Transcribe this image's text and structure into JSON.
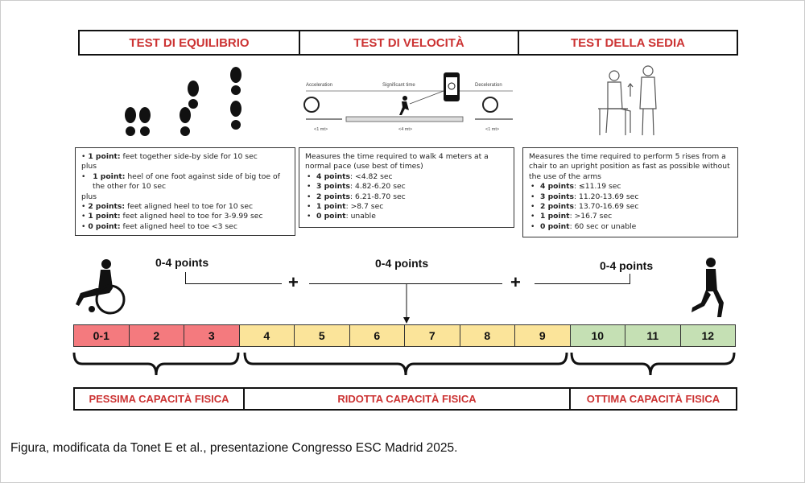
{
  "headers": [
    "TEST DI EQUILIBRIO",
    "TEST DI VELOCITÀ",
    "TEST DELLA SEDIA"
  ],
  "speed_illustration": {
    "acceleration": "Acceleration",
    "significant_time": "Significant time",
    "deceleration": "Deceleration",
    "dist_short": "<1 mt>",
    "dist_long": "<4 mt>"
  },
  "balance_box": {
    "lines": [
      {
        "bold": "1 point:",
        "text": " feet together side-by side for 10 sec",
        "bullet": true
      },
      {
        "bold": "",
        "text": "plus",
        "bullet": false
      },
      {
        "bold": "1 point:",
        "text": " heel of one foot against side of big toe of the other for 10 sec",
        "bullet": true
      },
      {
        "bold": "",
        "text": "plus",
        "bullet": false
      },
      {
        "bold": "2 points:",
        "text": " feet aligned heel to toe for 10 sec",
        "bullet": true
      },
      {
        "bold": "1 point:",
        "text": " feet aligned heel to toe for 3-9.99 sec",
        "bullet": true
      },
      {
        "bold": "0 point:",
        "text": " feet aligned heel to toe <3 sec",
        "bullet": true
      }
    ]
  },
  "speed_box": {
    "intro": "Measures the time required to walk 4 meters at a normal pace (use best of times)",
    "items": [
      {
        "bold": "4 points",
        "text": ": <4.82 sec"
      },
      {
        "bold": "3 points",
        "text": ": 4.82-6.20 sec"
      },
      {
        "bold": "2 points",
        "text": ": 6.21-8.70 sec"
      },
      {
        "bold": "1 point",
        "text": ": >8.7 sec"
      },
      {
        "bold": "0 point",
        "text": ": unable"
      }
    ]
  },
  "chair_box": {
    "intro": "Measures the time required to perform 5 rises from a chair to an upright position as fast as possible without the use of the arms",
    "items": [
      {
        "bold": "4 points",
        "text": ": ≤11.19 sec"
      },
      {
        "bold": "3 points",
        "text": ": 11.20-13.69 sec"
      },
      {
        "bold": "2 points",
        "text": ": 13.70-16.69 sec"
      },
      {
        "bold": "1 point",
        "text": ": >16.7 sec"
      },
      {
        "bold": "0 point",
        "text": ": 60 sec or unable"
      }
    ]
  },
  "points_label": "0-4 points",
  "plus": "+",
  "scores": [
    "0-1",
    "2",
    "3",
    "4",
    "5",
    "6",
    "7",
    "8",
    "9",
    "10",
    "11",
    "12"
  ],
  "score_colors": {
    "red": "#f47a7e",
    "yellow": "#fbe49a",
    "green": "#c5e0b4"
  },
  "categories": [
    "PESSIMA CAPACITÀ FISICA",
    "RIDOTTA CAPACITÀ FISICA",
    "OTTIMA CAPACITÀ FISICA"
  ],
  "caption": "Figura, modificata da Tonet E et al., presentazione Congresso ESC Madrid 2025."
}
